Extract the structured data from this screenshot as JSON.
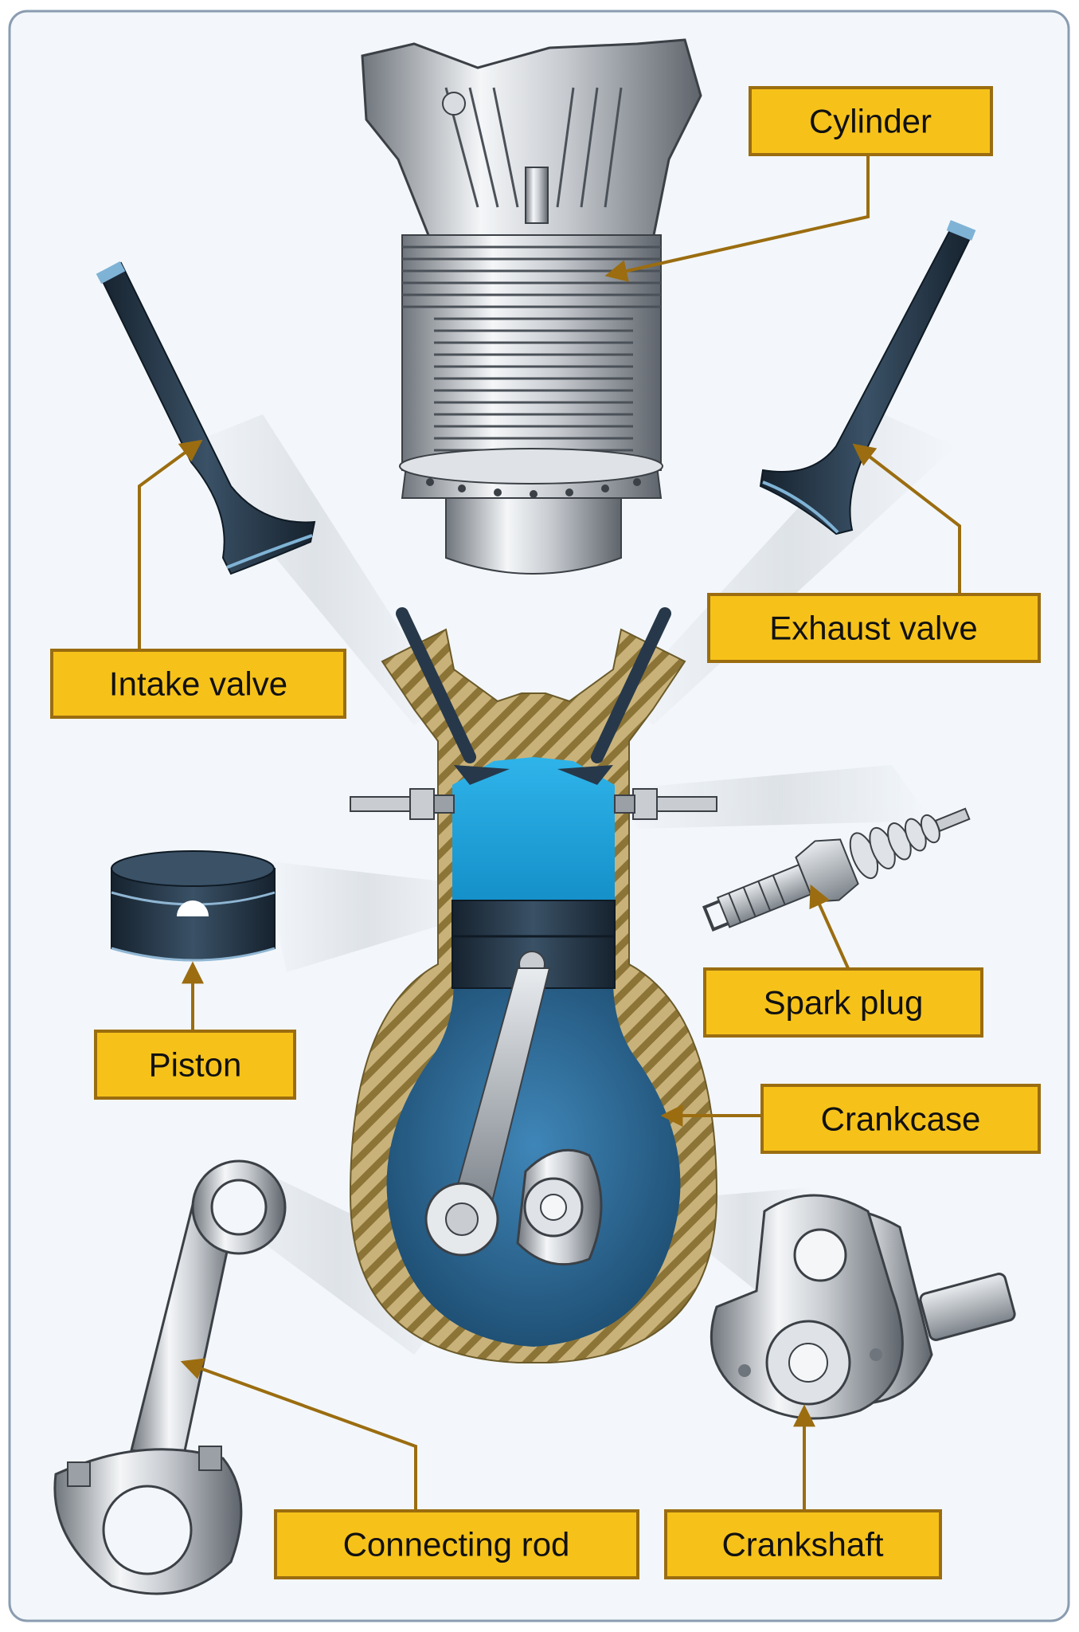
{
  "labels": {
    "cylinder": "Cylinder",
    "exhaust_valve": "Exhaust valve",
    "intake_valve": "Intake valve",
    "spark_plug": "Spark plug",
    "piston": "Piston",
    "crankcase": "Crankcase",
    "connecting_rod": "Connecting rod",
    "crankshaft": "Crankshaft"
  },
  "colors": {
    "frame_border": "#8a9cb0",
    "panel_background": "#f3f7fb",
    "label_fill": "#f6c21a",
    "label_border": "#9b6d10",
    "leader_line": "#9b6d10",
    "combustion_chamber": "#1fa7e0",
    "crankcase_interior": "#2c6d9a",
    "casing_hatch": "#a08a4c",
    "metal": "#b9bdc2",
    "dark_part": "#27384a"
  }
}
